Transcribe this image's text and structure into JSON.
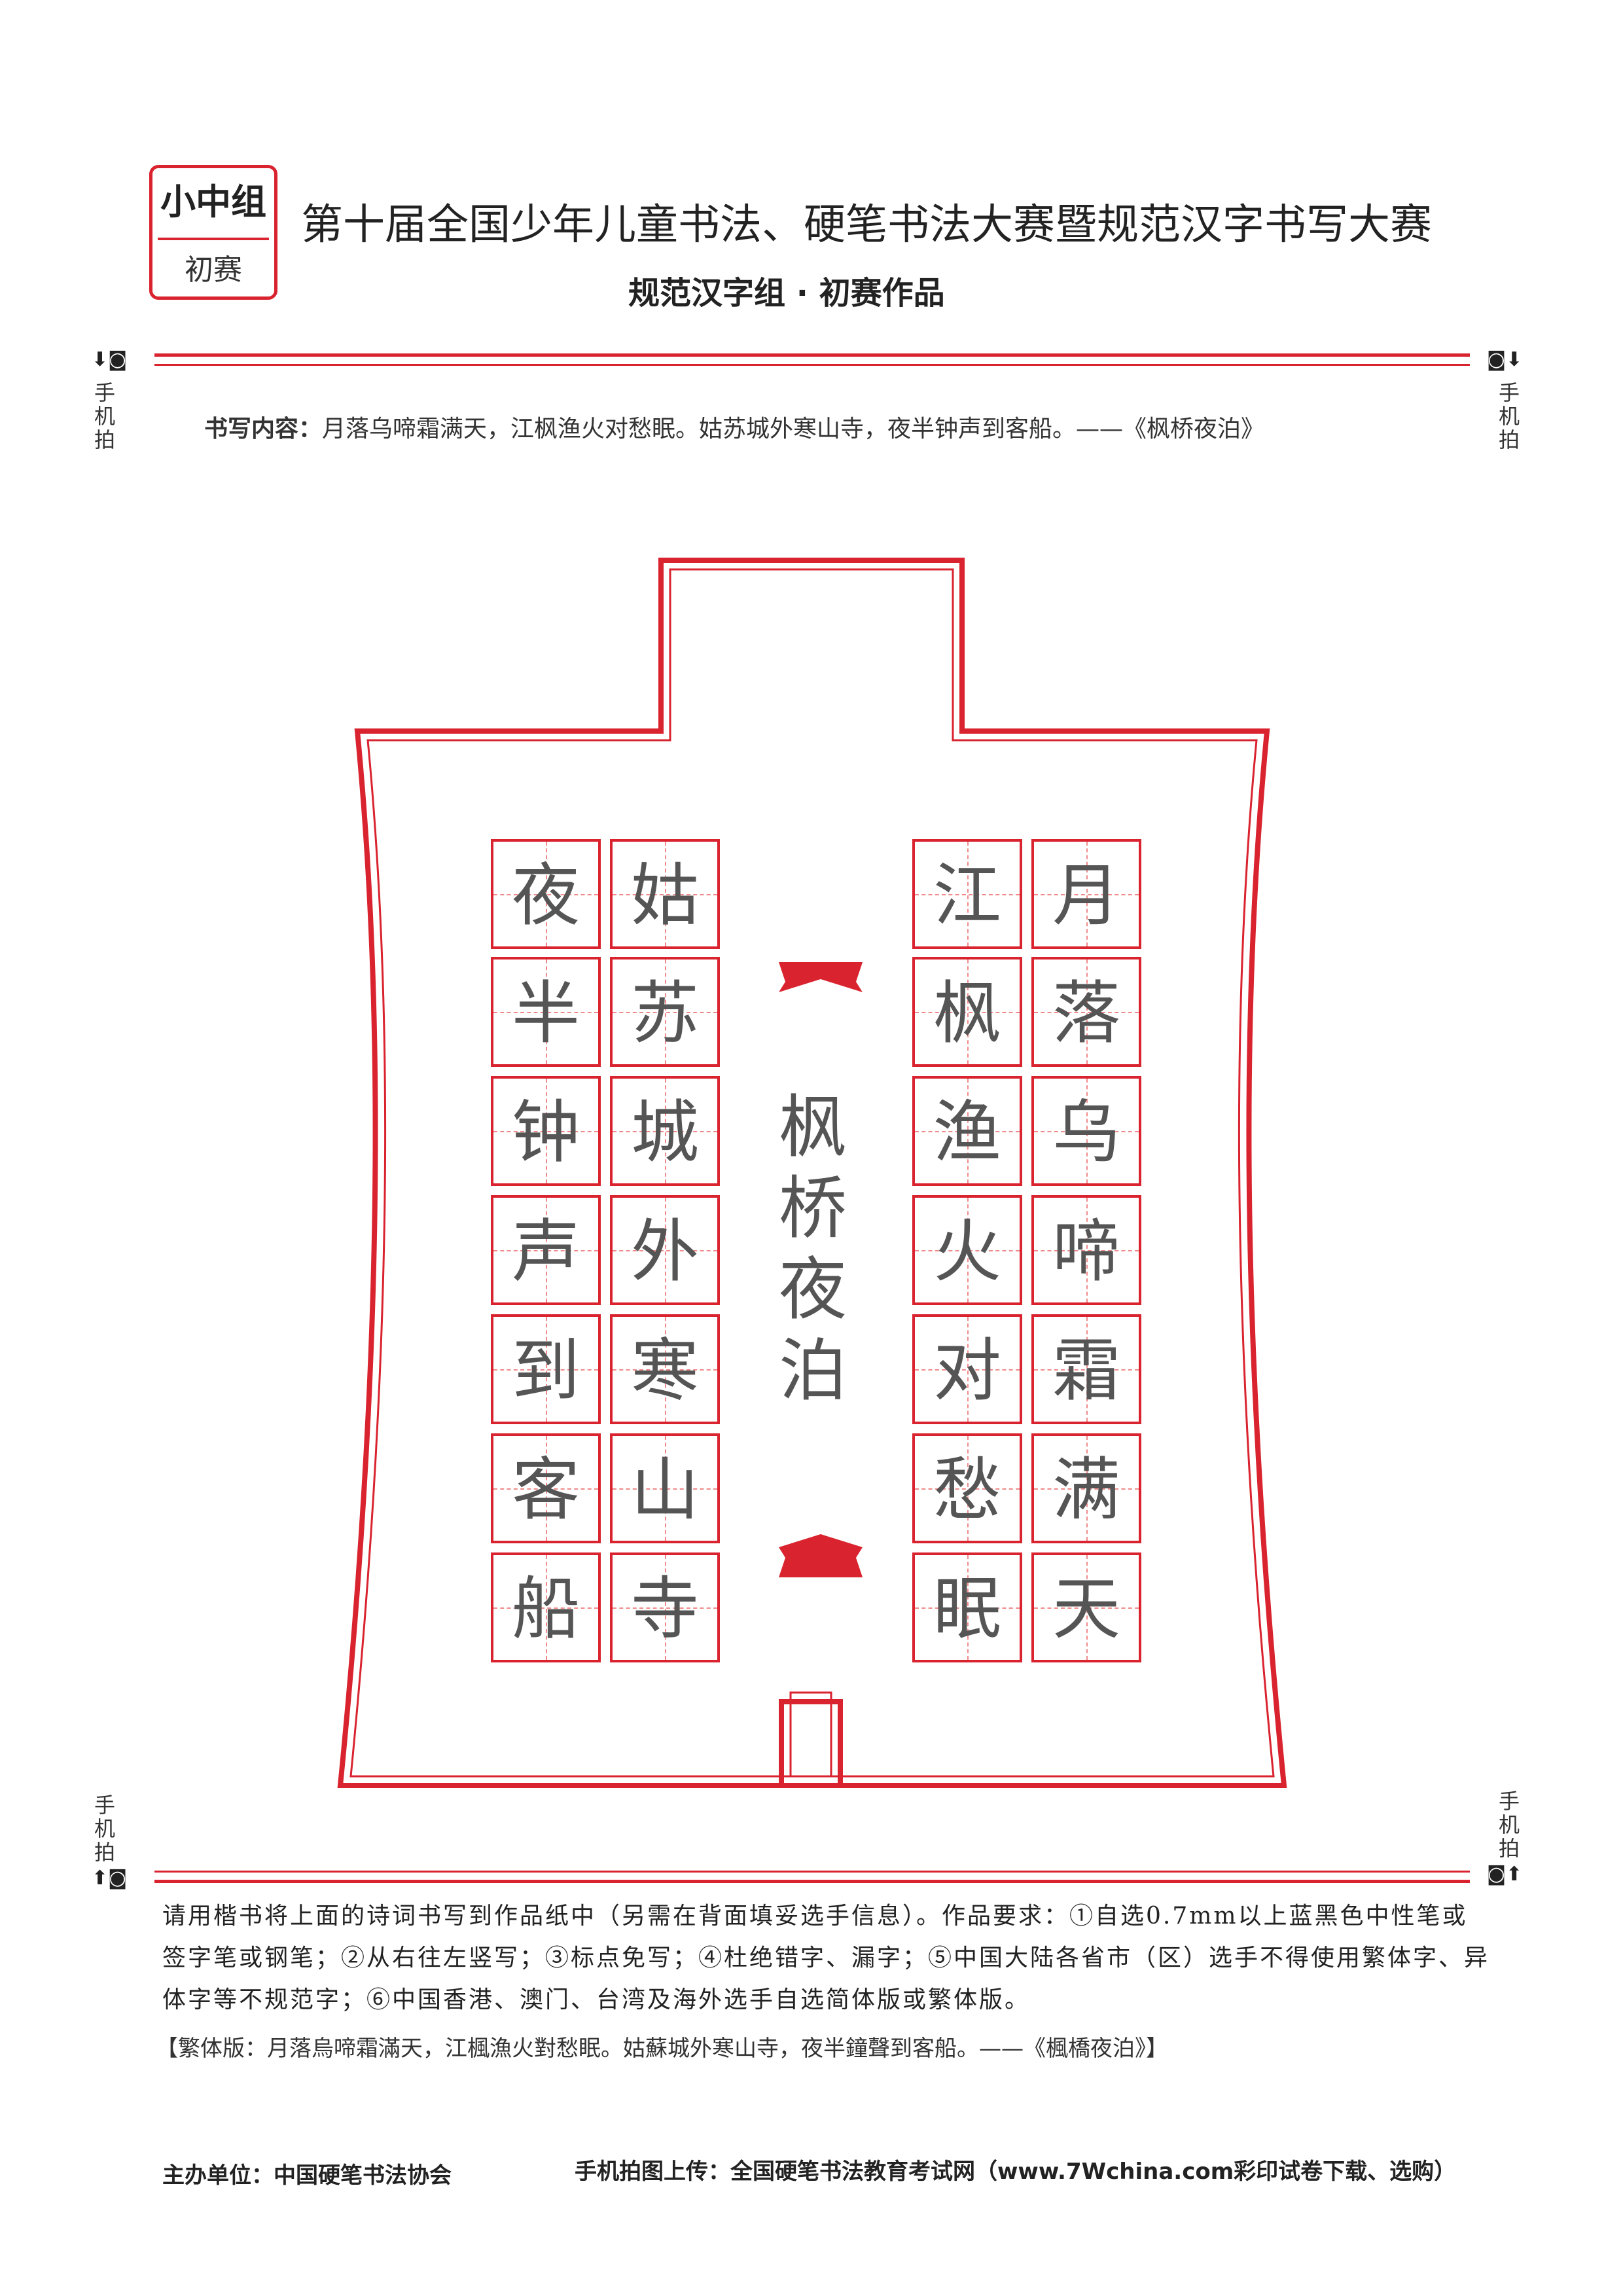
{
  "header": {
    "badge_top": "小中组",
    "badge_bottom": "初赛",
    "title": "第十届全国少年儿童书法、硬笔书法大赛暨规范汉字书写大赛",
    "subtitle": "规范汉字组 · 初赛作品"
  },
  "side_labels": {
    "top_left": "手机拍",
    "top_right": "手机拍",
    "bottom_left": "手机拍",
    "bottom_right": "手机拍",
    "icon": "camera-icon"
  },
  "content": {
    "label": "书写内容：",
    "text": "月落乌啼霜满天，江枫渔火对愁眠。姑苏城外寒山寺，夜半钟声到客船。——《枫桥夜泊》"
  },
  "poem": {
    "title_chars": [
      "枫",
      "桥",
      "夜",
      "泊"
    ],
    "columns": [
      [
        "月",
        "落",
        "乌",
        "啼",
        "霜",
        "满",
        "天"
      ],
      [
        "江",
        "枫",
        "渔",
        "火",
        "对",
        "愁",
        "眠"
      ],
      [
        "姑",
        "苏",
        "城",
        "外",
        "寒",
        "山",
        "寺"
      ],
      [
        "夜",
        "半",
        "钟",
        "声",
        "到",
        "客",
        "船"
      ]
    ]
  },
  "instructions": {
    "text": "请用楷书将上面的诗词书写到作品纸中（另需在背面填妥选手信息）。作品要求：①自选0.7mm以上蓝黑色中性笔或签字笔或钢笔；②从右往左竖写；③标点免写；④杜绝错字、漏字；⑤中国大陆各省市（区）选手不得使用繁体字、异体字等不规范字；⑥中国香港、澳门、台湾及海外选手自选简体版或繁体版。",
    "traditional": "【繁体版：月落烏啼霜滿天，江楓漁火對愁眠。姑蘇城外寒山寺，夜半鐘聲到客船。——《楓橋夜泊》】"
  },
  "footer": {
    "organizer": "主办单位：中国硬笔书法协会",
    "upload": "手机拍图上传：全国硬笔书法教育考试网（www.7Wchina.com彩印试卷下载、选购）"
  },
  "colors": {
    "accent": "#d9232f"
  }
}
